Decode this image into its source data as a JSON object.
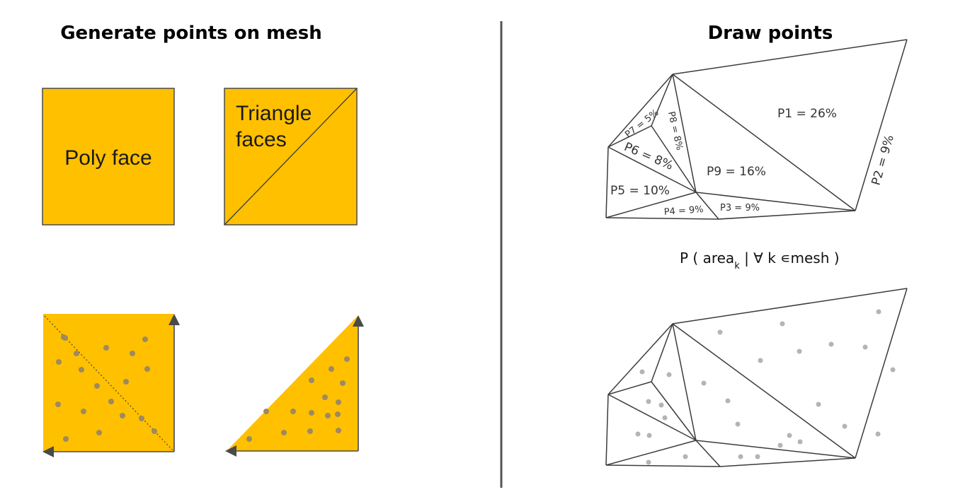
{
  "left_panel": {
    "title": "Generate points on mesh",
    "poly_face_label": "Poly face",
    "triangle_faces_label_line1": "Triangle",
    "triangle_faces_label_line2": "faces"
  },
  "right_panel": {
    "title": "Draw points",
    "regions": {
      "p1": "P1 = 26%",
      "p2": "P2 = 9%",
      "p3": "P3 = 9%",
      "p4": "P4 = 9%",
      "p5": "P5 = 10%",
      "p6": "P6 = 8%",
      "p7": "P7 = 5%",
      "p8": "P8 = 8%",
      "p9": "P9 = 16%"
    },
    "formula": {
      "prefix": "P ( area",
      "subscript": "k",
      "suffix": " | ∀ k ∊mesh )"
    }
  },
  "colors": {
    "face_fill": "#FFC000",
    "face_stroke": "#4a4a4a",
    "mesh_stroke": "#3c3c3c",
    "point": "#9c8a60",
    "mesh_point": "#b4b4b4",
    "divider": "#555555"
  }
}
